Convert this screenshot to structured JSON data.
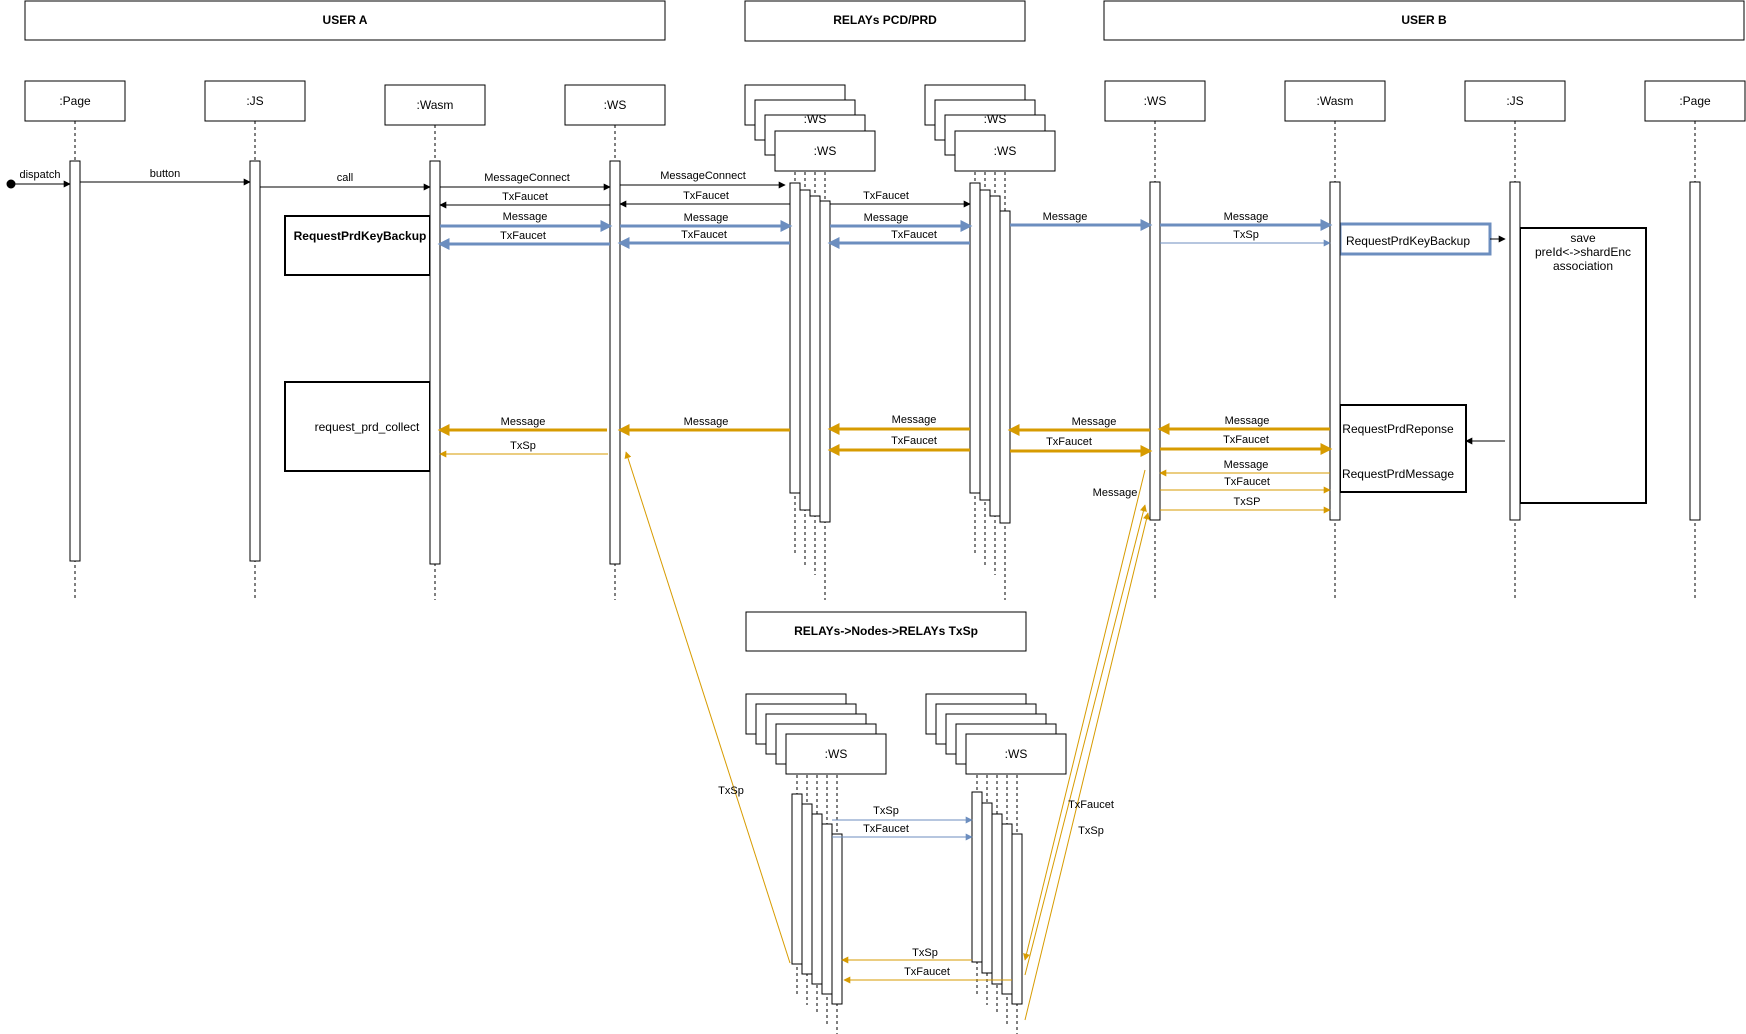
{
  "colors": {
    "black": "#000000",
    "blue": "#6c8ebf",
    "orange": "#d79b00"
  },
  "groups": {
    "user_a": "USER A",
    "relays": "RELAYs PCD/PRD",
    "user_b": "USER B",
    "relays_nodes": "RELAYs->Nodes->RELAYs TxSp"
  },
  "participants": {
    "a_page": ":Page",
    "a_js": ":JS",
    "a_wasm": ":Wasm",
    "a_ws": ":WS",
    "relay1_ws": ":WS",
    "relay2_ws": ":WS",
    "b_ws": ":WS",
    "b_wasm": ":Wasm",
    "b_js": ":JS",
    "b_page": ":Page",
    "node1_ws": ":WS",
    "node2_ws": ":WS"
  },
  "notes": {
    "a_request_backup": "RequestPrdKeyBackup",
    "a_request_collect": "request_prd_collect",
    "b_request_backup": "RequestPrdKeyBackup",
    "b_save": [
      "save",
      "preId<->shardEnc",
      "association"
    ],
    "b_response": "RequestPrdReponse",
    "b_message": "RequestPrdMessage"
  },
  "messages": {
    "dispatch": "dispatch",
    "button": "button",
    "call": "call",
    "connect_1": "MessageConnect",
    "connect_2": "MessageConnect",
    "faucet_1": "TxFaucet",
    "faucet_2": "TxFaucet",
    "faucet_3": "TxFaucet",
    "msg_1": "Message",
    "msg_2": "Message",
    "msg_3": "Message",
    "msg_4": "Message",
    "msg_5": "Message",
    "bfaucet_1": "TxFaucet",
    "bfaucet_2": "TxFaucet",
    "bfaucet_3": "TxFaucet",
    "txsp_b": "TxSp",
    "ret_msg_1": "Message",
    "ret_msg_2": "Message",
    "ret_msg_3": "Message",
    "ret_msg_4": "Message",
    "ret_msg_5": "Message",
    "ret_txsp_a": "TxSp",
    "ret_faucet_1": "TxFaucet",
    "ret_faucet_2": "TxFaucet",
    "ret_faucet_3": "TxFaucet",
    "b_msg_small": "Message",
    "b_faucet_small": "TxFaucet",
    "b_txsp_small": "TxSP",
    "b_message_side": "Message",
    "long_txsp": "TxSp",
    "long_faucet": "TxFaucet",
    "long_txsp_2": "TxSp",
    "node_txsp": "TxSp",
    "node_faucet": "TxFaucet",
    "node_ret_txsp": "TxSp",
    "node_ret_faucet": "TxFaucet"
  },
  "stacked_labels": {
    "relay_hidden_1": ":WS",
    "relay_hidden_2": ":WS"
  }
}
